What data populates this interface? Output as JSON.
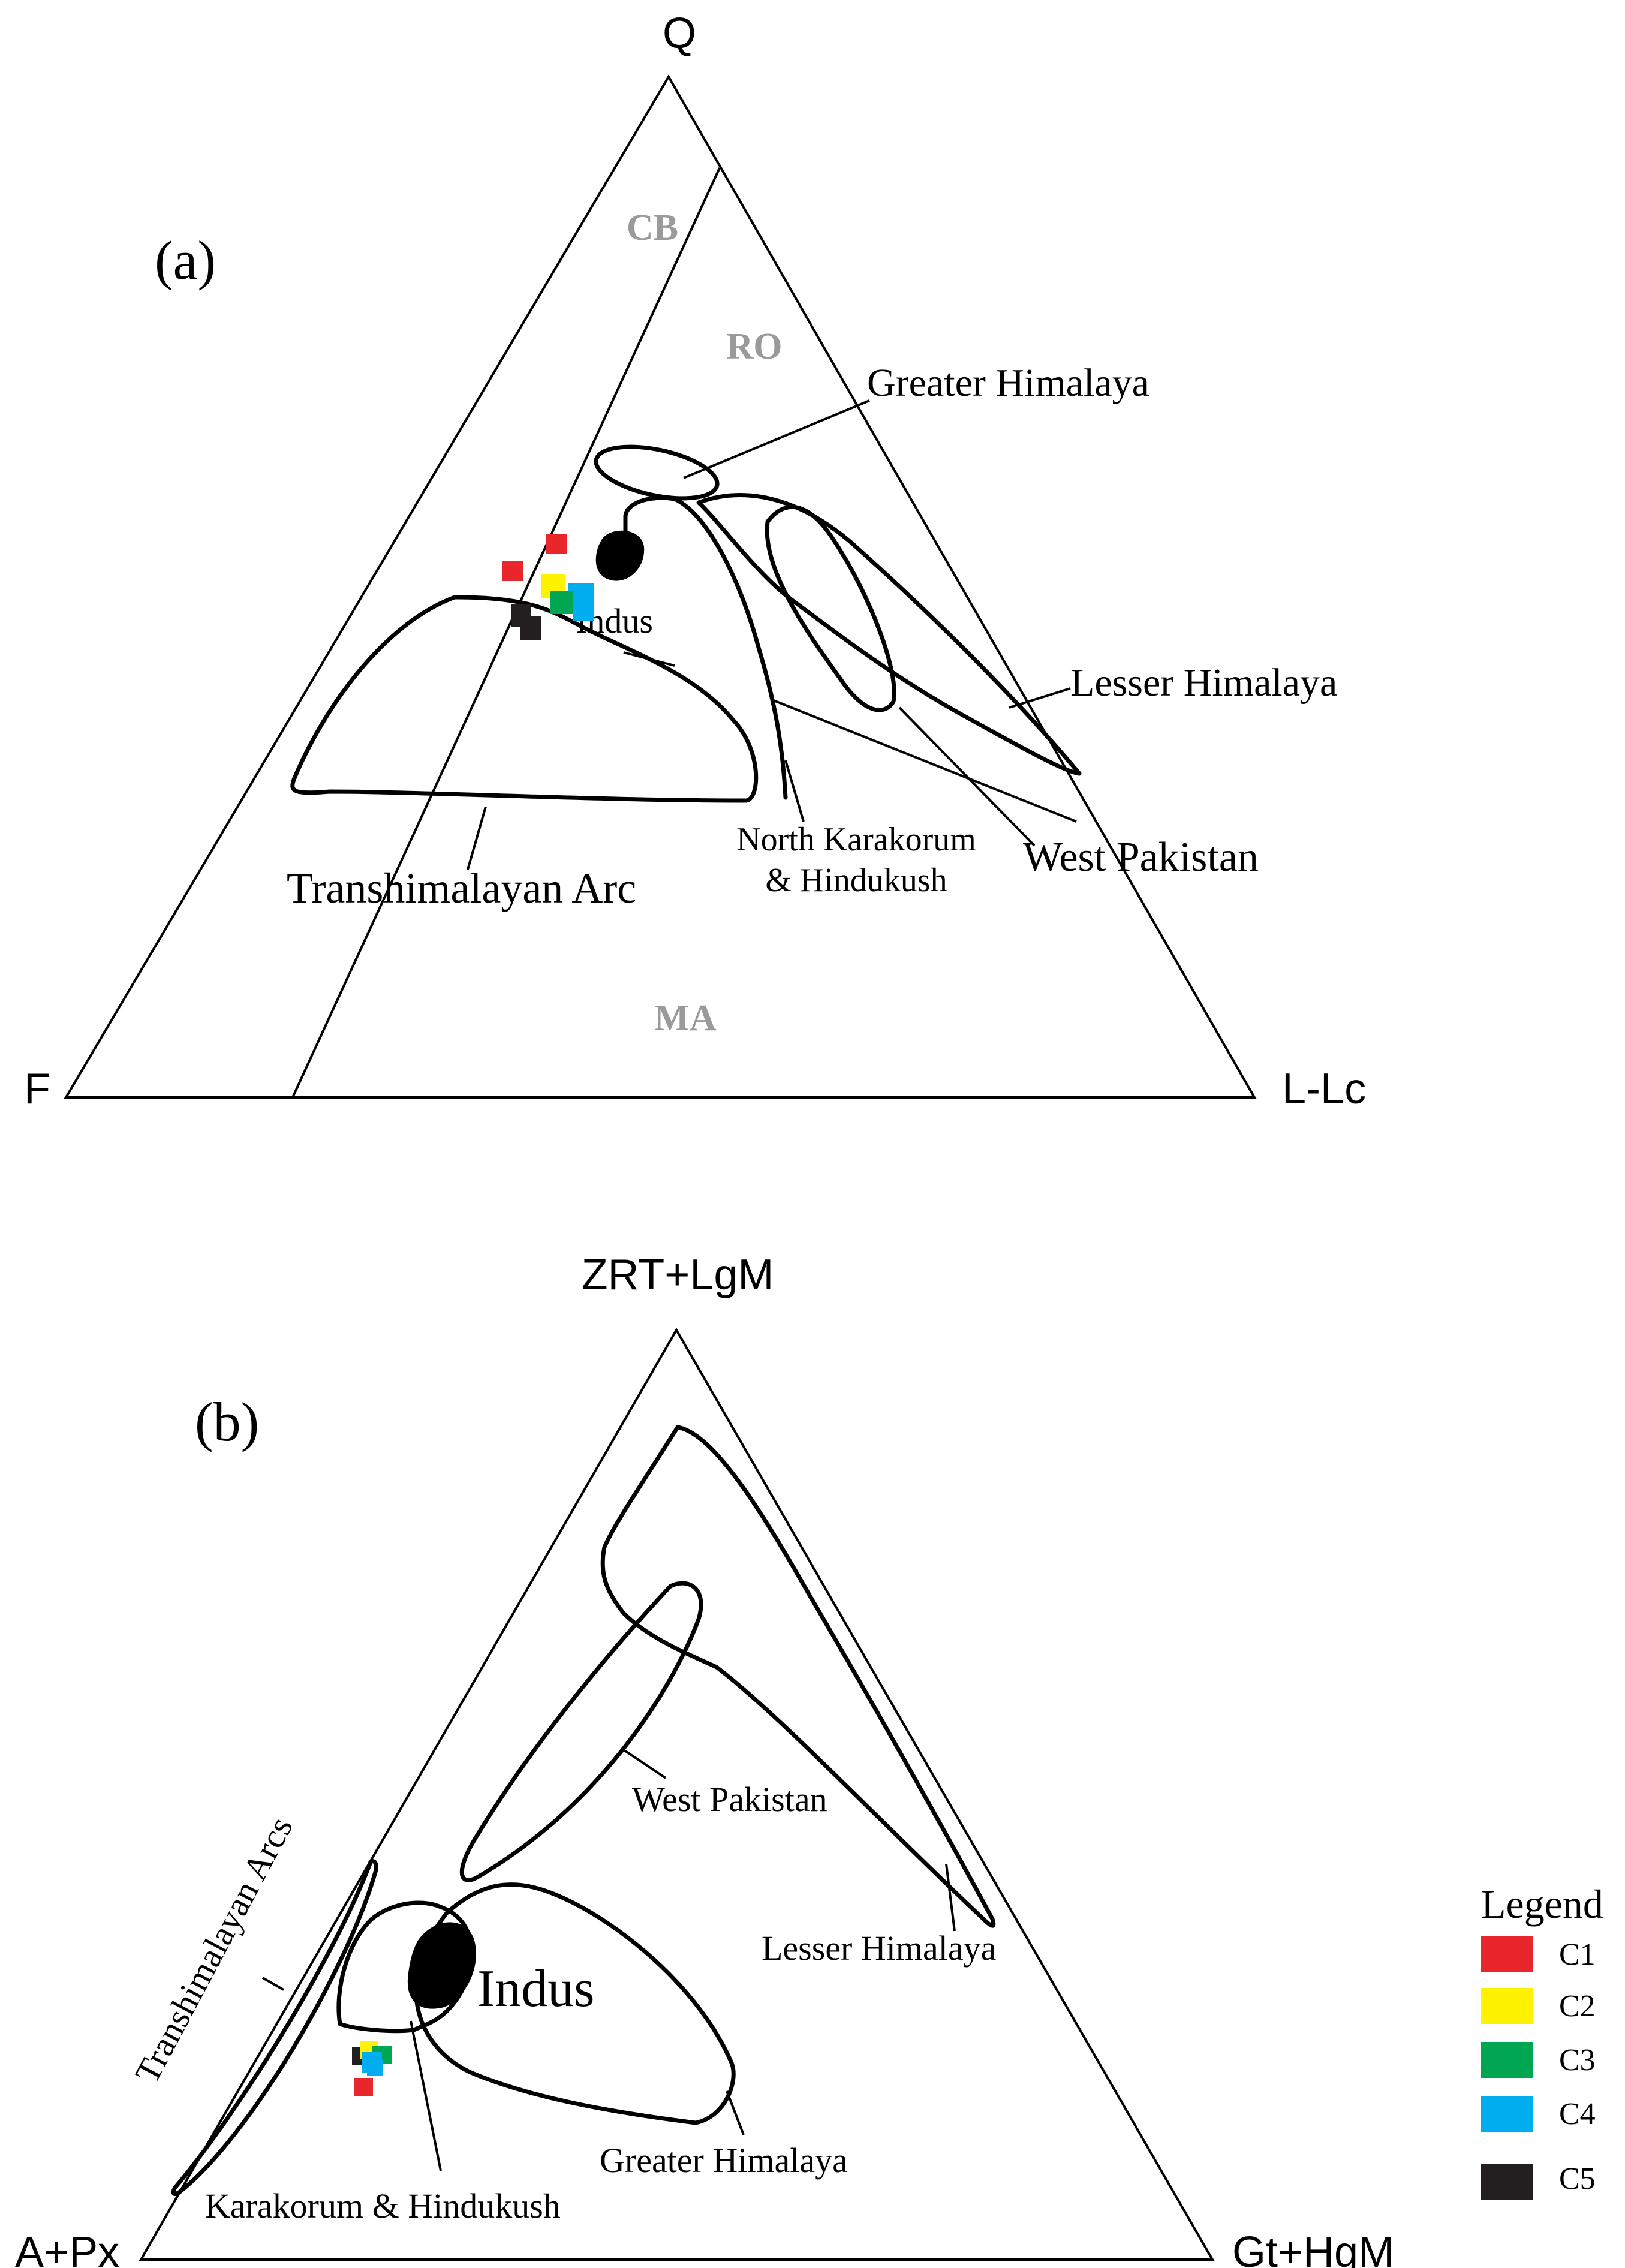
{
  "panel_a": {
    "label": "(a)",
    "apex": {
      "top": "Q",
      "left": "F",
      "right": "L-Lc"
    },
    "zones": {
      "cb": "CB",
      "ro": "RO",
      "ma": "MA"
    },
    "fields": {
      "greater_himalaya": "Greater Himalaya",
      "lesser_himalaya": "Lesser Himalaya",
      "indus": "Indus",
      "transhimalayan_arc": "Transhimalayan Arc",
      "north_karakorum_line1": "North Karakorum",
      "north_karakorum_line2": "& Hindukush",
      "west_pakistan": "West Pakistan"
    }
  },
  "panel_b": {
    "label": "(b)",
    "apex": {
      "top": "ZRT+LgM",
      "left": "A+Px",
      "right": "Gt+HgM"
    },
    "fields": {
      "west_pakistan": "West Pakistan",
      "lesser_himalaya": "Lesser Himalaya",
      "transhimalayan_arcs": "Transhimalayan Arcs",
      "indus": "Indus",
      "greater_himalaya": "Greater Himalaya",
      "karakorum_hindukush": "Karakorum & Hindukush"
    }
  },
  "legend": {
    "title": "Legend",
    "items": [
      {
        "label": "C1",
        "color": "#e8262b"
      },
      {
        "label": "C2",
        "color": "#fff200"
      },
      {
        "label": "C3",
        "color": "#00a651"
      },
      {
        "label": "C4",
        "color": "#00aeef"
      },
      {
        "label": "C5",
        "color": "#231f20"
      }
    ]
  }
}
